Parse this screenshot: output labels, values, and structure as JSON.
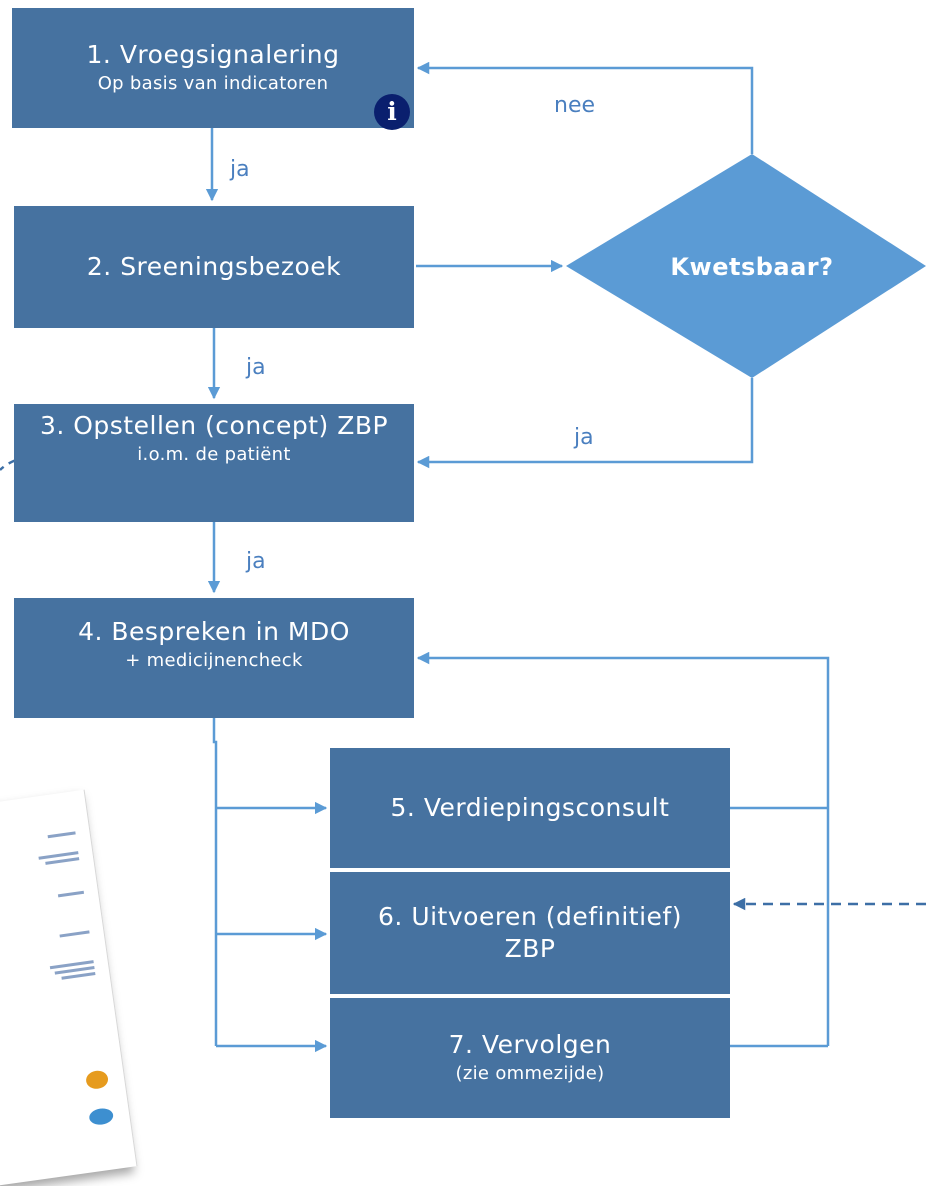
{
  "nodes": {
    "step1": {
      "title": "1. Vroegsignalering",
      "subtitle": "Op basis van indicatoren"
    },
    "step2": {
      "title": "2. Sreeningsbezoek"
    },
    "step3": {
      "title": "3. Opstellen (concept) ZBP",
      "subtitle": "i.o.m. de patiënt"
    },
    "step4": {
      "title": "4. Bespreken in MDO",
      "subtitle": "+ medicijnencheck"
    },
    "step5": {
      "title": "5. Verdiepingsconsult"
    },
    "step6": {
      "title": "6. Uitvoeren (definitief)",
      "title2": "ZBP"
    },
    "step7": {
      "title": "7. Vervolgen",
      "subtitle": "(zie ommezijde)"
    },
    "decision": {
      "label": "Kwetsbaar?"
    }
  },
  "edge_labels": {
    "e1_2": "ja",
    "e2_3": "ja",
    "e3_4": "ja",
    "dec_no": "nee",
    "dec_yes": "ja"
  },
  "icons": {
    "info": "info-icon"
  },
  "colors": {
    "box": "#4672a0",
    "diamond": "#5b9bd5",
    "line": "#5b9bd5",
    "label": "#4a7fbf",
    "info": "#0a1f6e"
  }
}
